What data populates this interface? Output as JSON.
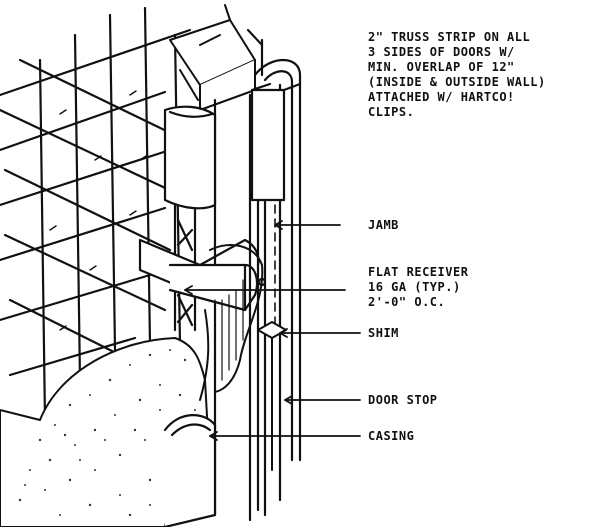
{
  "diagram": {
    "annotations": {
      "truss_strip": {
        "lines": [
          "2\" Truss Strip on all",
          "3 sides of doors w/",
          "min. overlap of 12\"",
          "(inside & outside wall)",
          "attached w/ Hartco!",
          "clips."
        ]
      },
      "jamb": {
        "text": "Jamb"
      },
      "flat_receiver": {
        "lines": [
          "Flat Receiver",
          "16 ga (typ.)",
          "2'-0\" o.c."
        ]
      },
      "shim": {
        "text": "Shim"
      },
      "door_stop": {
        "text": "Door Stop"
      },
      "casing": {
        "text": "Casing"
      }
    },
    "colors": {
      "ink": "#111111",
      "paper": "#ffffff",
      "stipple": "#333333"
    }
  }
}
